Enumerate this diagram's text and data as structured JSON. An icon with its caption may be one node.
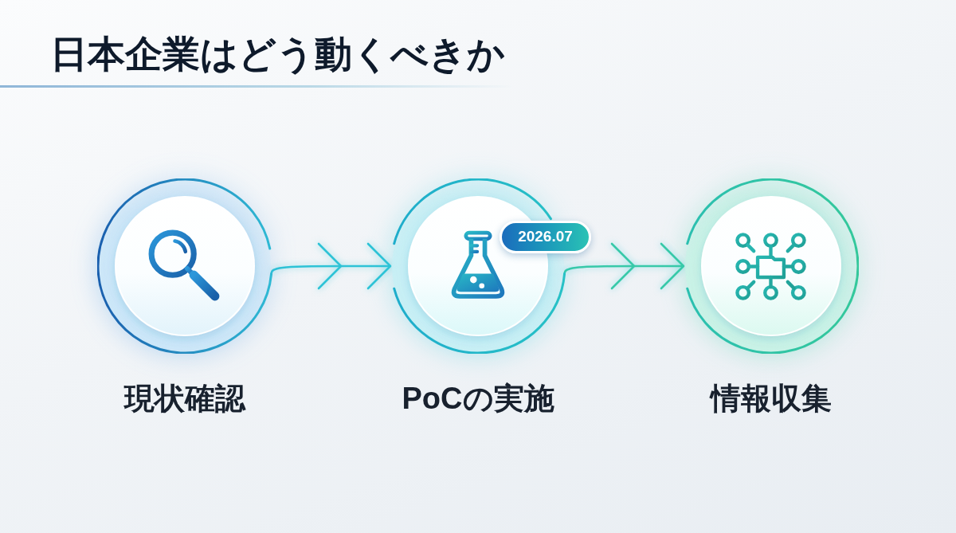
{
  "diagram": {
    "title": "日本企業はどう動くべきか",
    "nodes": [
      {
        "text": [
          "現状確認"
        ]
      },
      {
        "text": [
          "PoCの実施"
        ]
      },
      {
        "text": [
          "情報収集"
        ]
      },
      {
        "text": [
          "2026.07"
        ]
      }
    ],
    "edges": [
      {
        "from": 0,
        "to": 1,
        "arrow": "to",
        "color": "#2ec3d6"
      },
      {
        "from": 1,
        "to": 2,
        "arrow": "to",
        "color": "#38c9a9"
      }
    ]
  }
}
